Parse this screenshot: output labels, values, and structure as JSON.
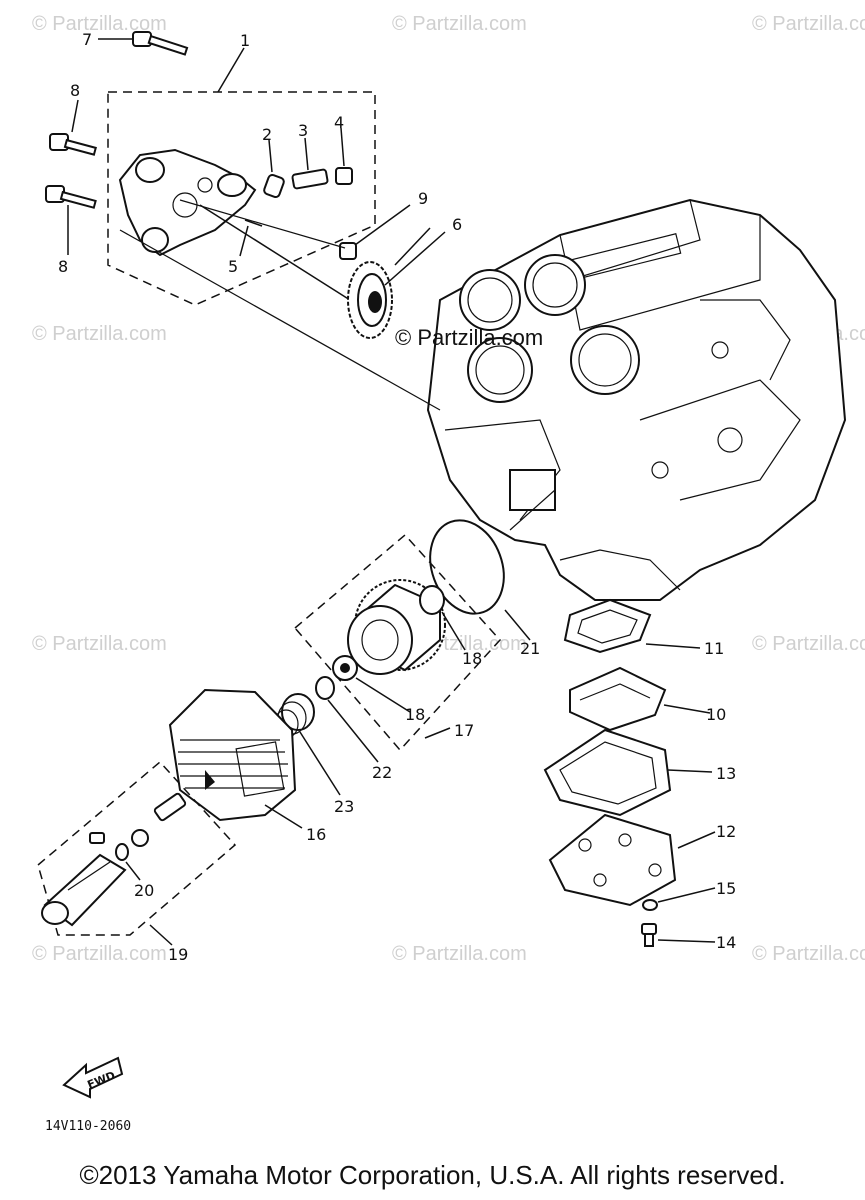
{
  "watermark": {
    "text": "© Partzilla.com"
  },
  "center_watermark": "© Partzilla.com",
  "callouts": {
    "c1": "1",
    "c2": "2",
    "c3": "3",
    "c4": "4",
    "c5": "5",
    "c6": "6",
    "c7": "7",
    "c8a": "8",
    "c8b": "8",
    "c9": "9",
    "c10": "10",
    "c11": "11",
    "c12": "12",
    "c13": "13",
    "c14": "14",
    "c15": "15",
    "c16": "16",
    "c17": "17",
    "c18a": "18",
    "c18b": "18",
    "c19": "19",
    "c20": "20",
    "c21": "21",
    "c22": "22",
    "c23": "23"
  },
  "fwd_arrow_label": "FWD",
  "diagram_code": "14V110-2060",
  "copyright": "©2013 Yamaha Motor Corporation, U.S.A. All rights reserved."
}
